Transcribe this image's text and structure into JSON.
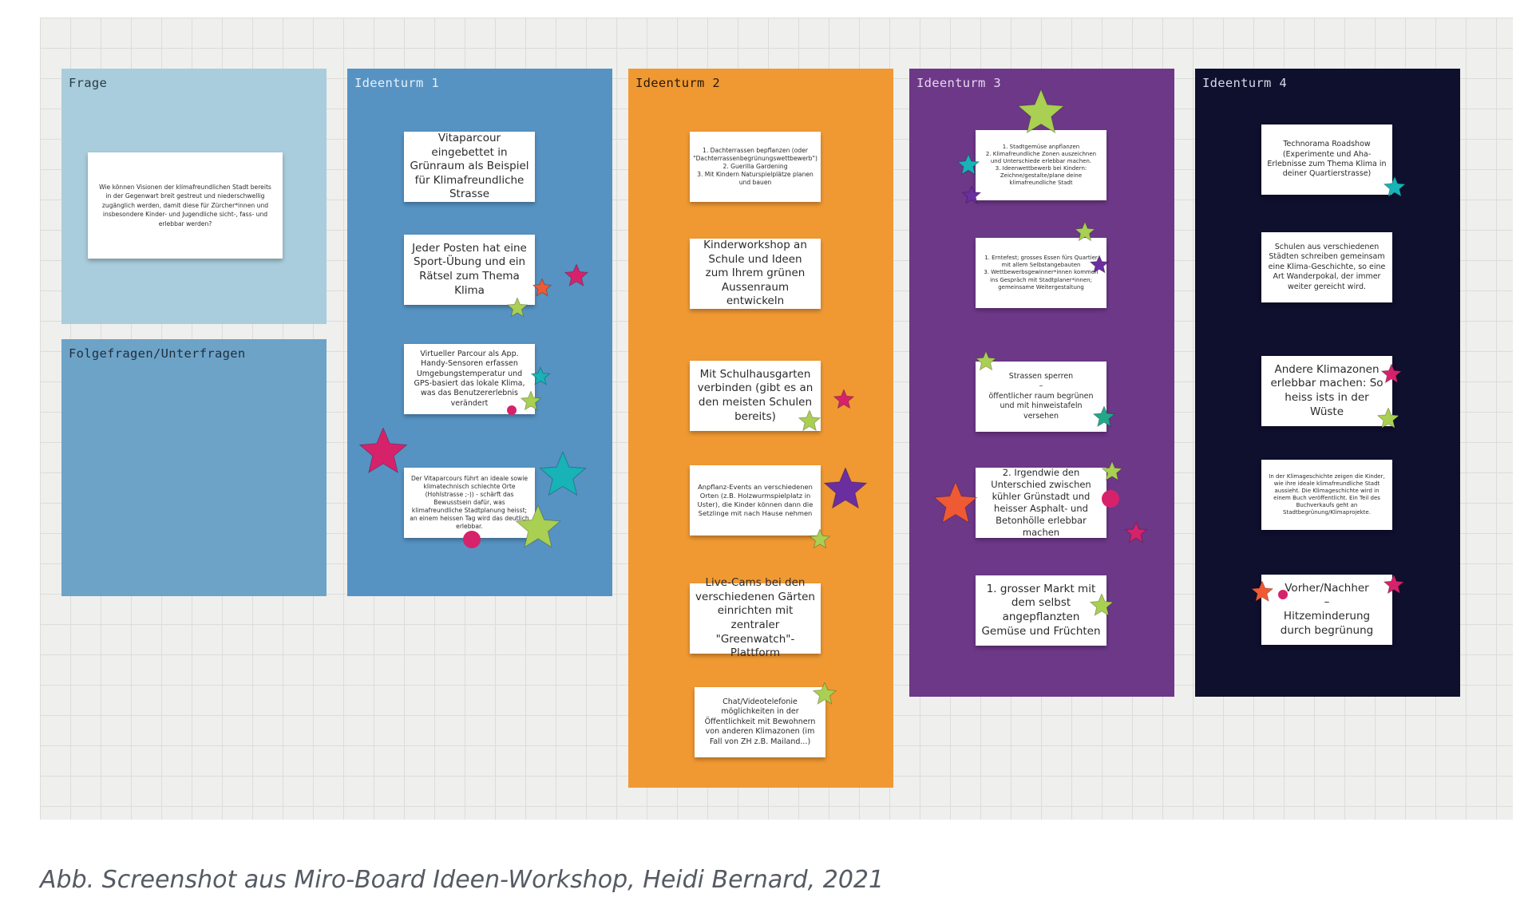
{
  "colors": {
    "frame_frage": "#a9cddc",
    "frame_ideen1": "#5693c3",
    "frame_ideen2": "#f09933",
    "frame_ideen3": "#6d3888",
    "frame_ideen4": "#0f0f2e",
    "star_pink": "#d6226b",
    "star_red": "#ef5a34",
    "star_lime": "#a9cf53",
    "star_teal": "#17b3b6",
    "star_purple": "#6b2ea0",
    "star_green": "#22a889"
  },
  "frames": {
    "frage": {
      "title": "Frage"
    },
    "folge": {
      "title": "Folgefragen/Unterfragen"
    },
    "ideen1": {
      "title": "Ideenturm 1"
    },
    "ideen2": {
      "title": "Ideenturm 2"
    },
    "ideen3": {
      "title": "Ideenturm 3"
    },
    "ideen4": {
      "title": "Ideenturm 4"
    }
  },
  "notes": {
    "frage": "Wie können Visionen der klimafreundlichen Stadt bereits in der Gegenwart breit gestreut und niederschwellig zugänglich werden, damit diese für Zürcher*innen und insbesondere Kinder- und Jugendliche sicht-, fass- und erlebbar werden?",
    "i1_1": "Vitaparcour eingebettet in Grünraum als Beispiel für Klimafreundliche Strasse",
    "i1_2": "Jeder Posten hat eine Sport-Übung und ein Rätsel zum Thema Klima",
    "i1_3": "Virtueller Parcour als App. Handy-Sensoren erfassen Umgebungstemperatur und GPS-basiert das lokale Klima, was das Benutzererlebnis verändert",
    "i1_4": "Der Vitaparcours führt an ideale sowie klimatechnisch schlechte Orte (Hohlstrasse ;-)) - schärft das Bewusstsein dafür, was klimafreundliche Stadtplanung heisst; an einem heissen Tag wird das deutlich erlebbar.",
    "i2_1": "1. Dachterrassen bepflanzen (oder \"Dachterrassenbegrünungswettbewerb\")\n2. Guerilla Gardening\n3. Mit Kindern Naturspielplätze planen und bauen",
    "i2_2": "Kinderworkshop an Schule und Ideen zum Ihrem grünen Aussenraum entwickeln",
    "i2_3": "Mit Schulhausgarten verbinden (gibt es an den meisten Schulen bereits)",
    "i2_4": "Anpflanz-Events an verschiedenen Orten (z.B. Holzwurmspielplatz in Uster), die Kinder können dann die Setzlinge mit nach Hause nehmen",
    "i2_5": "Live-Cams bei den verschiedenen Gärten einrichten mit zentraler \"Greenwatch\"-Plattform",
    "i2_6": "Chat/Videotelefonie möglichkeiten in der Öffentlichkeit mit Bewohnern von anderen Klimazonen (im Fall von ZH z.B. Mailand...)",
    "i3_1": "1. Stadtgemüse anpflanzen\n2. Klimafreundliche Zonen auszeichnen und Unterschiede erlebbar machen.\n3. Ideenwettbewerb bei Kindern: Zeichne/gestalte/plane deine klimafreundliche Stadt",
    "i3_2": "1. Erntefest; grosses Essen fürs Quartier mit allem Selbstangebauten\n3. Wettbewerbsgewinner*innen kommen ins Gespräch mit Stadtplaner*innen; gemeinsame Weitergestaltung",
    "i3_3": "Strassen sperren\n–\nöffentlicher raum begrünen und mit hinweistafeln versehen",
    "i3_4": "2. Irgendwie den Unterschied zwischen kühler Grünstadt und heisser Asphalt- und Betonhölle erlebbar machen",
    "i3_5": "1. grosser Markt mit dem selbst angepflanzten Gemüse und Früchten",
    "i4_1": "Technorama Roadshow (Experimente und Aha-Erlebnisse zum Thema Klima in deiner Quartierstrasse)",
    "i4_2": "Schulen aus verschiedenen Städten schreiben gemeinsam eine Klima-Geschichte, so eine Art Wanderpokal, der immer weiter gereicht wird.",
    "i4_3": "Andere Klimazonen erlebbar machen: So heiss ists in der Wüste",
    "i4_4": "In der Klimageschichte zeigen die Kinder, wie ihre ideale klimafreundliche Stadt aussieht. Die Klimageschichte wird in einem Buch veröffentlicht. Ein Teil des Buchverkaufs geht an Stadtbegrünung/Klimaprojekte.",
    "i4_5": "Vorher/Nachher\n–\nHitzeminderung durch begrünung"
  },
  "caption": "Abb. Screenshot aus Miro-Board Ideen-Workshop, Heidi Bernard, 2021"
}
